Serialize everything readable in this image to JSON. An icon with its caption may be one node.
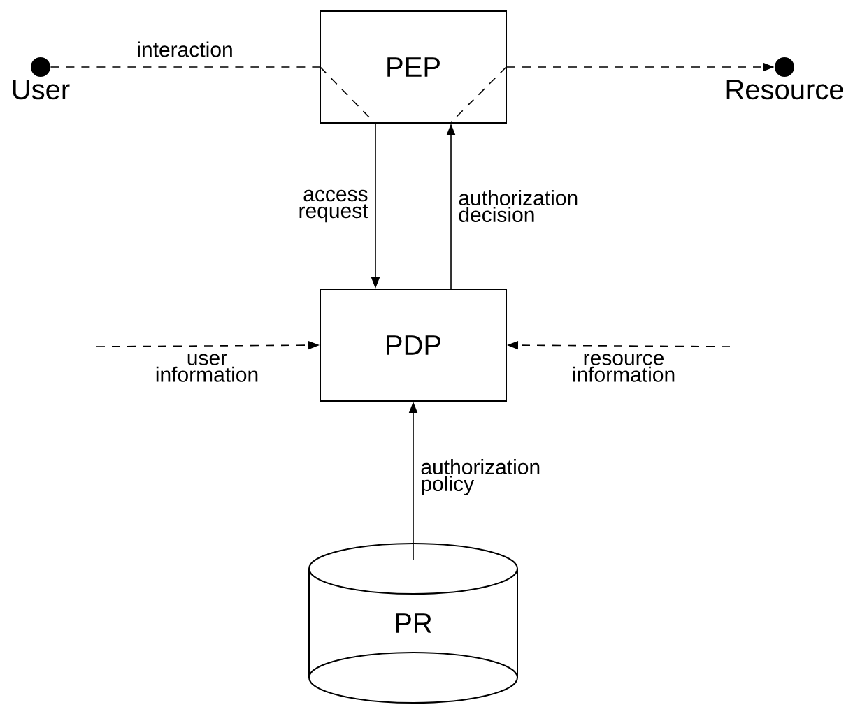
{
  "diagram": {
    "nodes": [
      {
        "text": [
          "User"
        ]
      },
      {
        "text": [
          "PEP"
        ]
      },
      {
        "text": [
          "Resource"
        ]
      },
      {
        "text": [
          "PDP"
        ]
      },
      {
        "text": [
          "PR"
        ]
      }
    ],
    "edges": [
      {
        "from": 0,
        "to": 1,
        "arrow": "none",
        "style": "dashed",
        "label": "interaction"
      },
      {
        "from": 1,
        "to": 2,
        "arrow": "to",
        "style": "dashed"
      },
      {
        "from": 1,
        "to": 3,
        "arrow": "to",
        "label": "access request"
      },
      {
        "from": 3,
        "to": 1,
        "arrow": "to",
        "label": "authorization decision"
      },
      {
        "from": null,
        "to": 3,
        "arrow": "to",
        "style": "dashed",
        "label": "user information"
      },
      {
        "from": null,
        "to": 3,
        "arrow": "to",
        "style": "dashed",
        "label": "resource information"
      },
      {
        "from": 4,
        "to": 3,
        "arrow": "to",
        "label": "authorization policy"
      }
    ]
  }
}
